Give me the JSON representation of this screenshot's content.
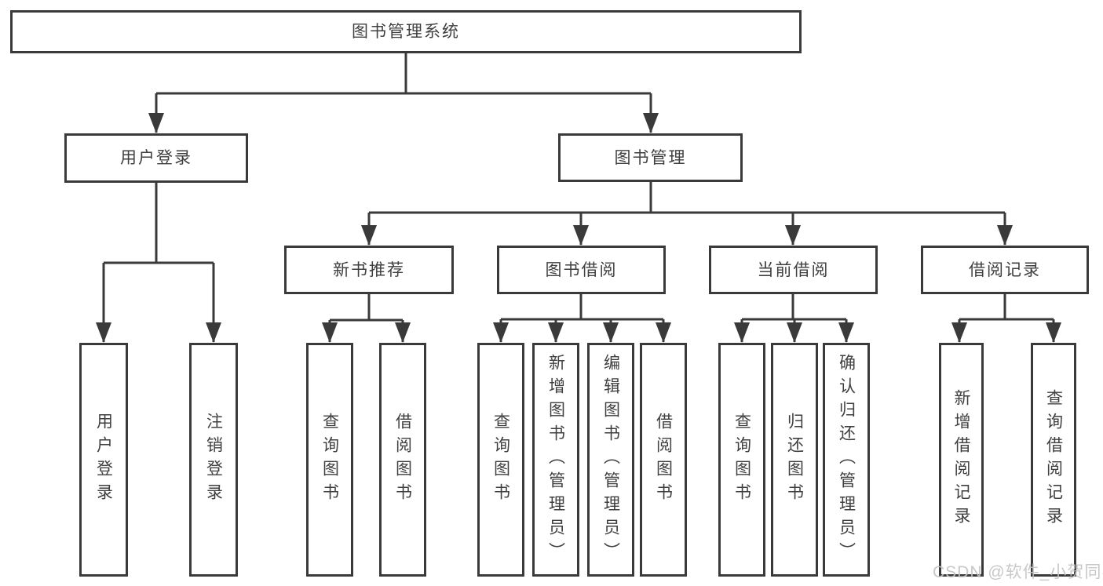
{
  "diagram": {
    "type": "hierarchy-tree",
    "watermark": "CSDN @软件_小贺同学",
    "colors": {
      "line": "#3a3a3a",
      "box_border": "#3a3a3a",
      "text": "#3f3f3f",
      "watermark": "#c3c3c3",
      "background": "#ffffff"
    },
    "tree": {
      "root": {
        "label": "图书管理系统"
      },
      "login_branch": {
        "label": "用户登录",
        "leaves": [
          {
            "label": "用户登录"
          },
          {
            "label": "注销登录"
          }
        ]
      },
      "mgmt_branch": {
        "label": "图书管理",
        "groups": [
          {
            "label": "新书推荐",
            "leaves": [
              {
                "label": "查询图书"
              },
              {
                "label": "借阅图书"
              }
            ]
          },
          {
            "label": "图书借阅",
            "leaves": [
              {
                "label": "查询图书"
              },
              {
                "label": "新增图书（管理员）"
              },
              {
                "label": "编辑图书（管理员）"
              },
              {
                "label": "借阅图书"
              }
            ]
          },
          {
            "label": "当前借阅",
            "leaves": [
              {
                "label": "查询图书"
              },
              {
                "label": "归还图书"
              },
              {
                "label": "确认归还（管理员）"
              }
            ]
          },
          {
            "label": "借阅记录",
            "leaves": [
              {
                "label": "新增借阅记录"
              },
              {
                "label": "查询借阅记录"
              }
            ]
          }
        ]
      }
    }
  }
}
